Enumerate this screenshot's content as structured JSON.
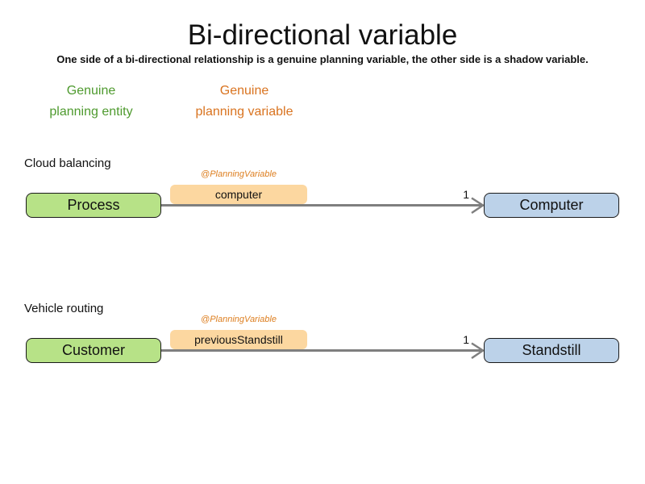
{
  "page": {
    "title": "Bi-directional variable",
    "subtitle": "One side of a bi-directional relationship is a genuine planning variable, the other side is a shadow variable."
  },
  "legend": {
    "genuine_entity": {
      "line1": "Genuine",
      "line2": "planning entity",
      "color": "#4e9a2e"
    },
    "genuine_variable": {
      "line1": "Genuine",
      "line2": "planning variable",
      "color": "#d9731f"
    }
  },
  "examples": [
    {
      "section_label": "Cloud balancing",
      "entity": "Process",
      "annotation": "@PlanningVariable",
      "variable": "computer",
      "multiplicity": "1",
      "target": "Computer"
    },
    {
      "section_label": "Vehicle routing",
      "entity": "Customer",
      "annotation": "@PlanningVariable",
      "variable": "previousStandstill",
      "multiplicity": "1",
      "target": "Standstill"
    }
  ],
  "colors": {
    "entity_fill": "#b7e287",
    "variable_fill": "#fcd7a0",
    "shadow_fill": "#bcd2e9",
    "arrow": "#7f7f7f",
    "border": "#1a1a1a"
  }
}
